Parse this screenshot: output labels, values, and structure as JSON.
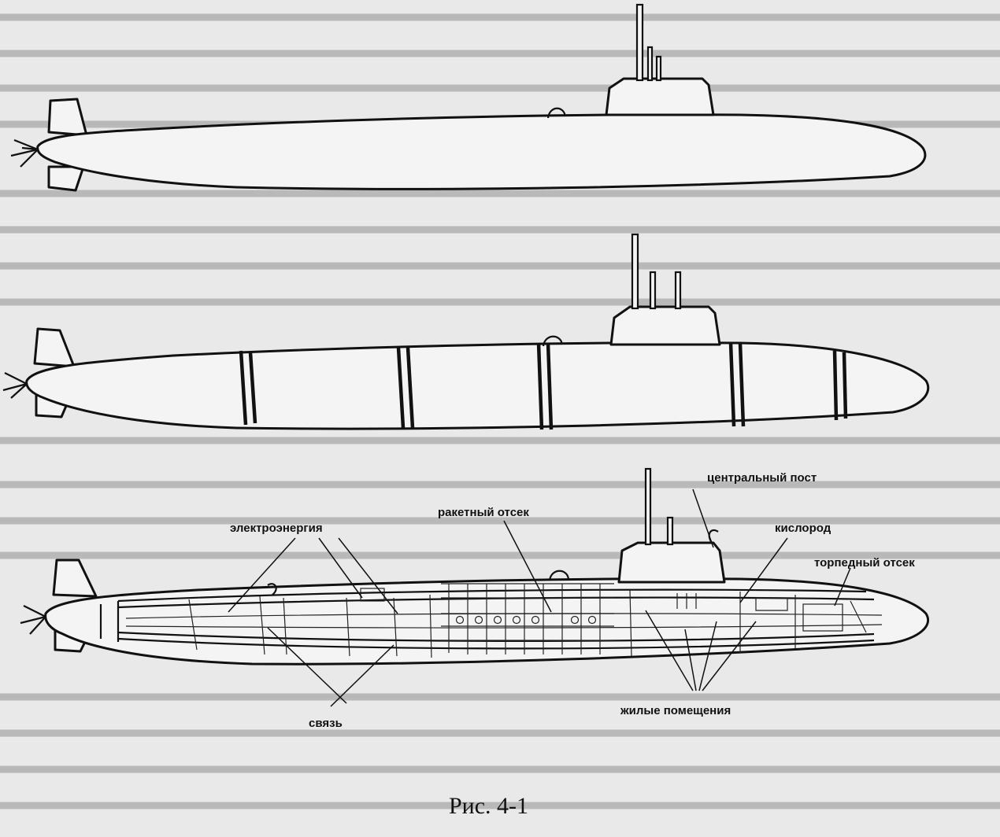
{
  "caption": "Рис. 4-1",
  "labels": {
    "central_post": "центральный пост",
    "missile_compartment": "ракетный отсек",
    "electro_energy": "электроэнергия",
    "oxygen": "кислород",
    "torpedo_compartment": "торпедный отсек",
    "communication": "связь",
    "living_quarters": "жилые помещения"
  }
}
